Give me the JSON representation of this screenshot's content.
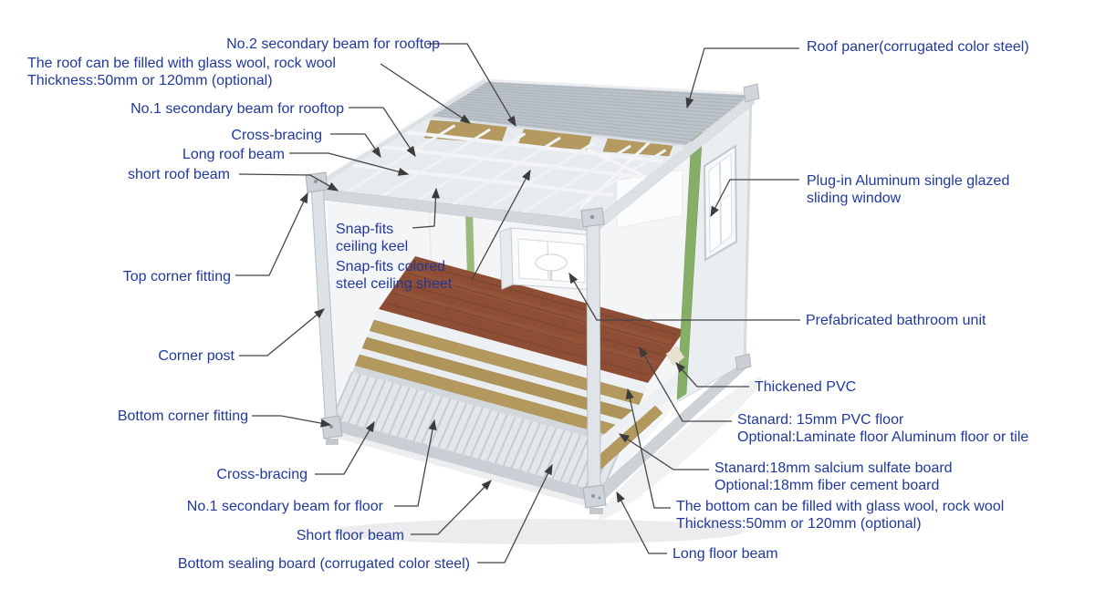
{
  "colors": {
    "label_text": "#21399b",
    "leader_line": "#454545",
    "roof_corrugated": "#bcc3c9",
    "insulation_tan": "#b3995e",
    "wood_floor": "#8d4e35",
    "panel_edge_green": "#86ae66",
    "frame_gray": "#dde2e6"
  },
  "labels": {
    "no2_secondary_beam_rooftop": {
      "text": "No.2 secondary beam for rooftop"
    },
    "roof_fill": {
      "line1": "The roof can be filled with glass wool, rock wool",
      "line2": "Thickness:50mm or 120mm (optional)"
    },
    "no1_secondary_beam_rooftop": {
      "text": "No.1 secondary beam for rooftop"
    },
    "cross_bracing_top": {
      "text": "Cross-bracing"
    },
    "long_roof_beam": {
      "text": "Long roof beam"
    },
    "short_roof_beam": {
      "text": "short roof beam"
    },
    "snap_fits_ceiling_keel": {
      "line1": "Snap-fits",
      "line2": "ceiling keel"
    },
    "snap_fits_ceiling_sheet": {
      "line1": "Snap-fits colored",
      "line2": "steel ceiling sheet"
    },
    "top_corner_fitting": {
      "text": "Top corner fitting"
    },
    "corner_post": {
      "text": "Corner post"
    },
    "bottom_corner_fitting": {
      "text": "Bottom corner fitting"
    },
    "cross_bracing_bottom": {
      "text": "Cross-bracing"
    },
    "no1_secondary_beam_floor": {
      "text": "No.1 secondary beam for floor"
    },
    "short_floor_beam": {
      "text": "Short floor beam"
    },
    "bottom_sealing_board": {
      "text": "Bottom sealing board (corrugated color steel)"
    },
    "roof_panel": {
      "text": "Roof paner(corrugated color steel)"
    },
    "sliding_window": {
      "line1": "Plug-in Aluminum single glazed",
      "line2": "sliding window"
    },
    "bathroom_unit": {
      "text": "Prefabricated bathroom unit"
    },
    "thickened_pvc": {
      "text": "Thickened PVC"
    },
    "pvc_floor": {
      "line1": "Stanard: 15mm PVC floor",
      "line2": "Optional:Laminate floor Aluminum floor or tile"
    },
    "sulfate_board": {
      "line1": "Stanard:18mm salcium sulfate board",
      "line2": "Optional:18mm fiber cement board"
    },
    "bottom_fill": {
      "line1": "The bottom can be filled with glass wool, rock wool",
      "line2": "Thickness:50mm or 120mm (optional)"
    },
    "long_floor_beam": {
      "text": "Long floor beam"
    }
  }
}
